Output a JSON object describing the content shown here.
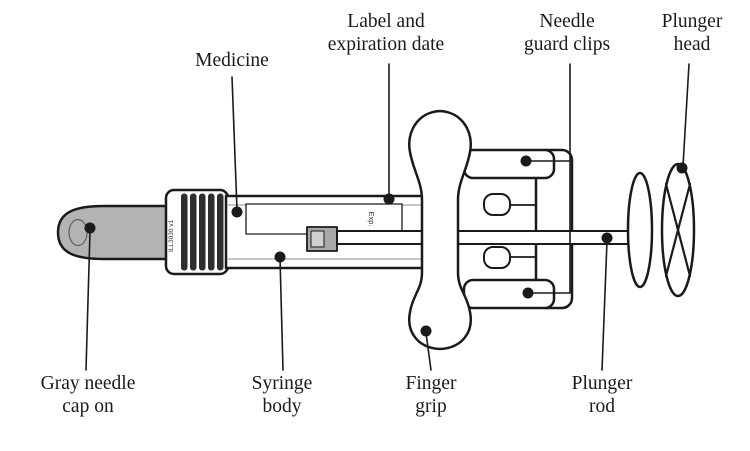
{
  "labels": {
    "medicine": "Medicine",
    "label_expiration": "Label and\nexpiration date",
    "needle_guard_clips": "Needle\nguard clips",
    "plunger_head": "Plunger\nhead",
    "gray_needle_cap": "Gray needle\ncap on",
    "syringe_body": "Syringe\nbody",
    "finger_grip": "Finger\ngrip",
    "plunger_rod": "Plunger\nrod"
  },
  "illustration_text": {
    "exp_label": "Exp.",
    "illustration_id": "ILL3030 v1"
  },
  "colors": {
    "ink": "#1a1a1a",
    "paper": "#ffffff",
    "cap_gray": "#b3b3b3",
    "rib_dark": "#2e2e2e",
    "stopper_gray": "#a8a8a8"
  }
}
